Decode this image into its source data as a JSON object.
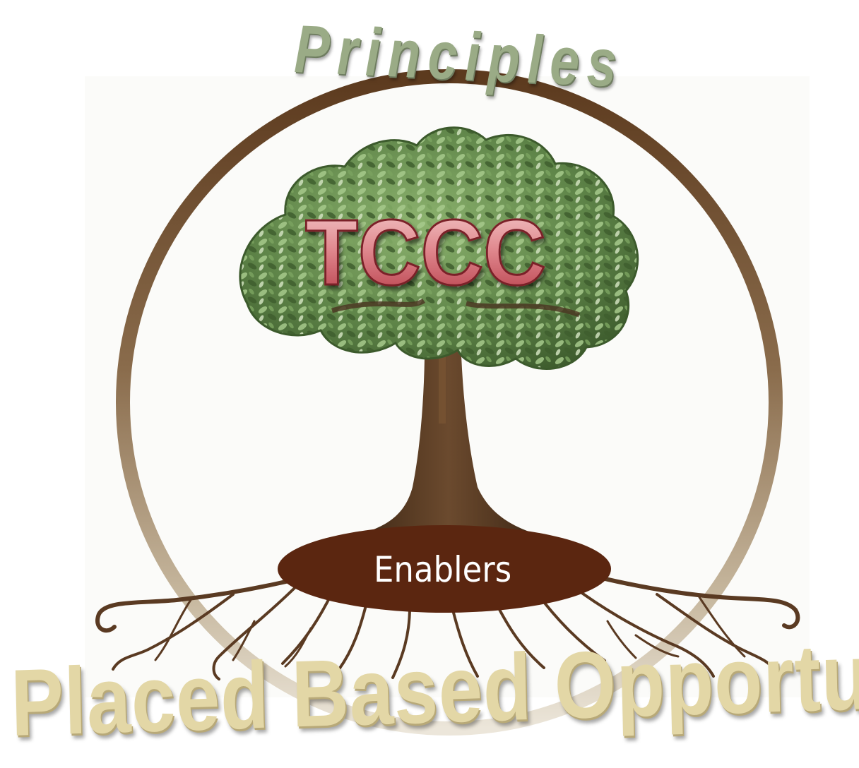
{
  "diagram": {
    "top_label": "Principles",
    "center_label": "TCCC",
    "root_label": "Enablers",
    "bottom_label": "Placed Based Opportunities"
  },
  "colors": {
    "ring_top": "#5c3a1e",
    "ring_bottom": "#d7cdb9",
    "foliage": "#5e8448",
    "trunk": "#5a3a22",
    "root_ellipse": "#5b2610",
    "principles_text": "#9aab86",
    "tccc_text": "#c9545e",
    "opportunities_text": "#e3d7a6"
  }
}
